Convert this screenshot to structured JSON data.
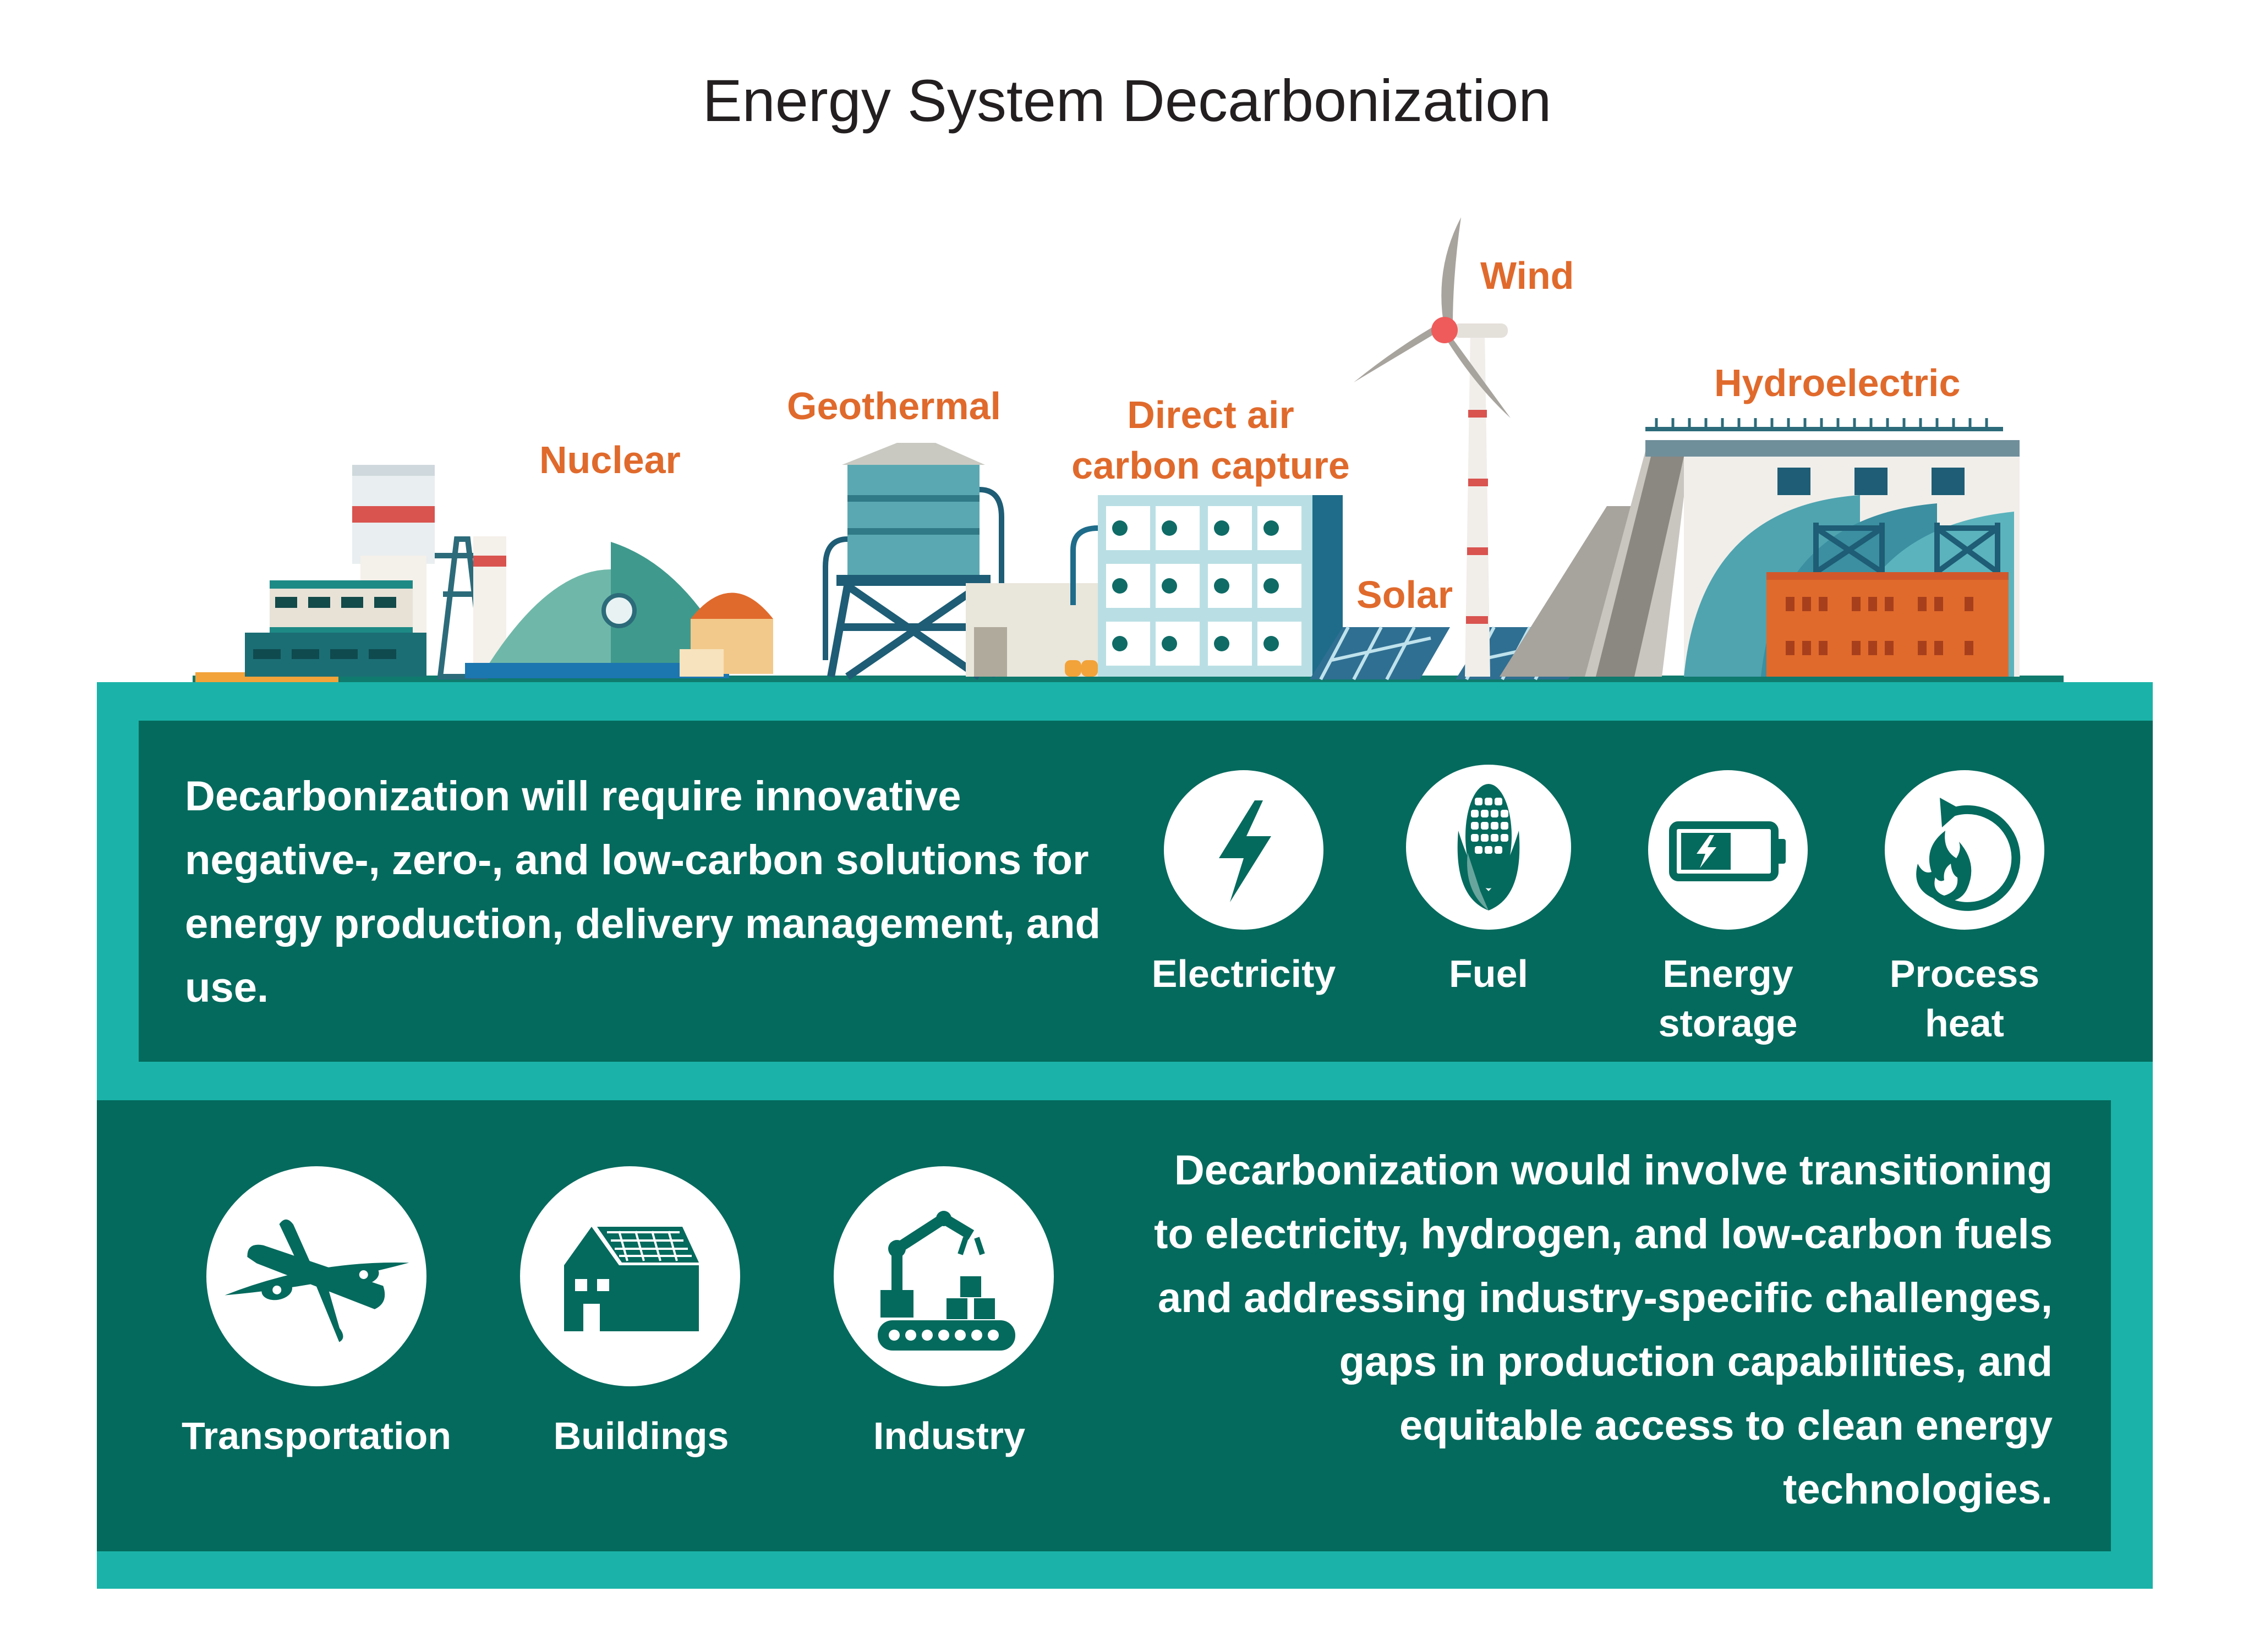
{
  "title": "Energy System Decarbonization",
  "sources": {
    "nuclear": "Nuclear",
    "geothermal": "Geothermal",
    "direct_air_line1": "Direct air",
    "direct_air_line2": "carbon capture",
    "solar": "Solar",
    "wind": "Wind",
    "hydroelectric": "Hydroelectric"
  },
  "production": {
    "text": "Decarbonization will require innovative negative-, zero-, and low-carbon solutions for energy production, delivery management, and use.",
    "items": [
      {
        "line1": "Electricity",
        "line2": "",
        "icon": "lightning-icon"
      },
      {
        "line1": "Fuel",
        "line2": "",
        "icon": "corn-icon"
      },
      {
        "line1": "Energy",
        "line2": "storage",
        "icon": "battery-icon"
      },
      {
        "line1": "Process",
        "line2": "heat",
        "icon": "flame-cycle-icon"
      }
    ]
  },
  "use": {
    "items": [
      {
        "label": "Transportation",
        "icon": "airplane-icon"
      },
      {
        "label": "Buildings",
        "icon": "solar-house-icon"
      },
      {
        "label": "Industry",
        "icon": "robot-arm-conveyor-icon"
      }
    ],
    "text": "Decarbonization would involve transitioning to electricity, hydrogen, and low-carbon fuels and addressing industry-specific challenges, gaps in production capabilities, and equitable access to clean energy technologies."
  },
  "colors": {
    "dark_teal": "#046a5d",
    "light_teal": "#1bb3a9",
    "label_orange": "#e06a2c",
    "text_white": "#ffffff"
  }
}
